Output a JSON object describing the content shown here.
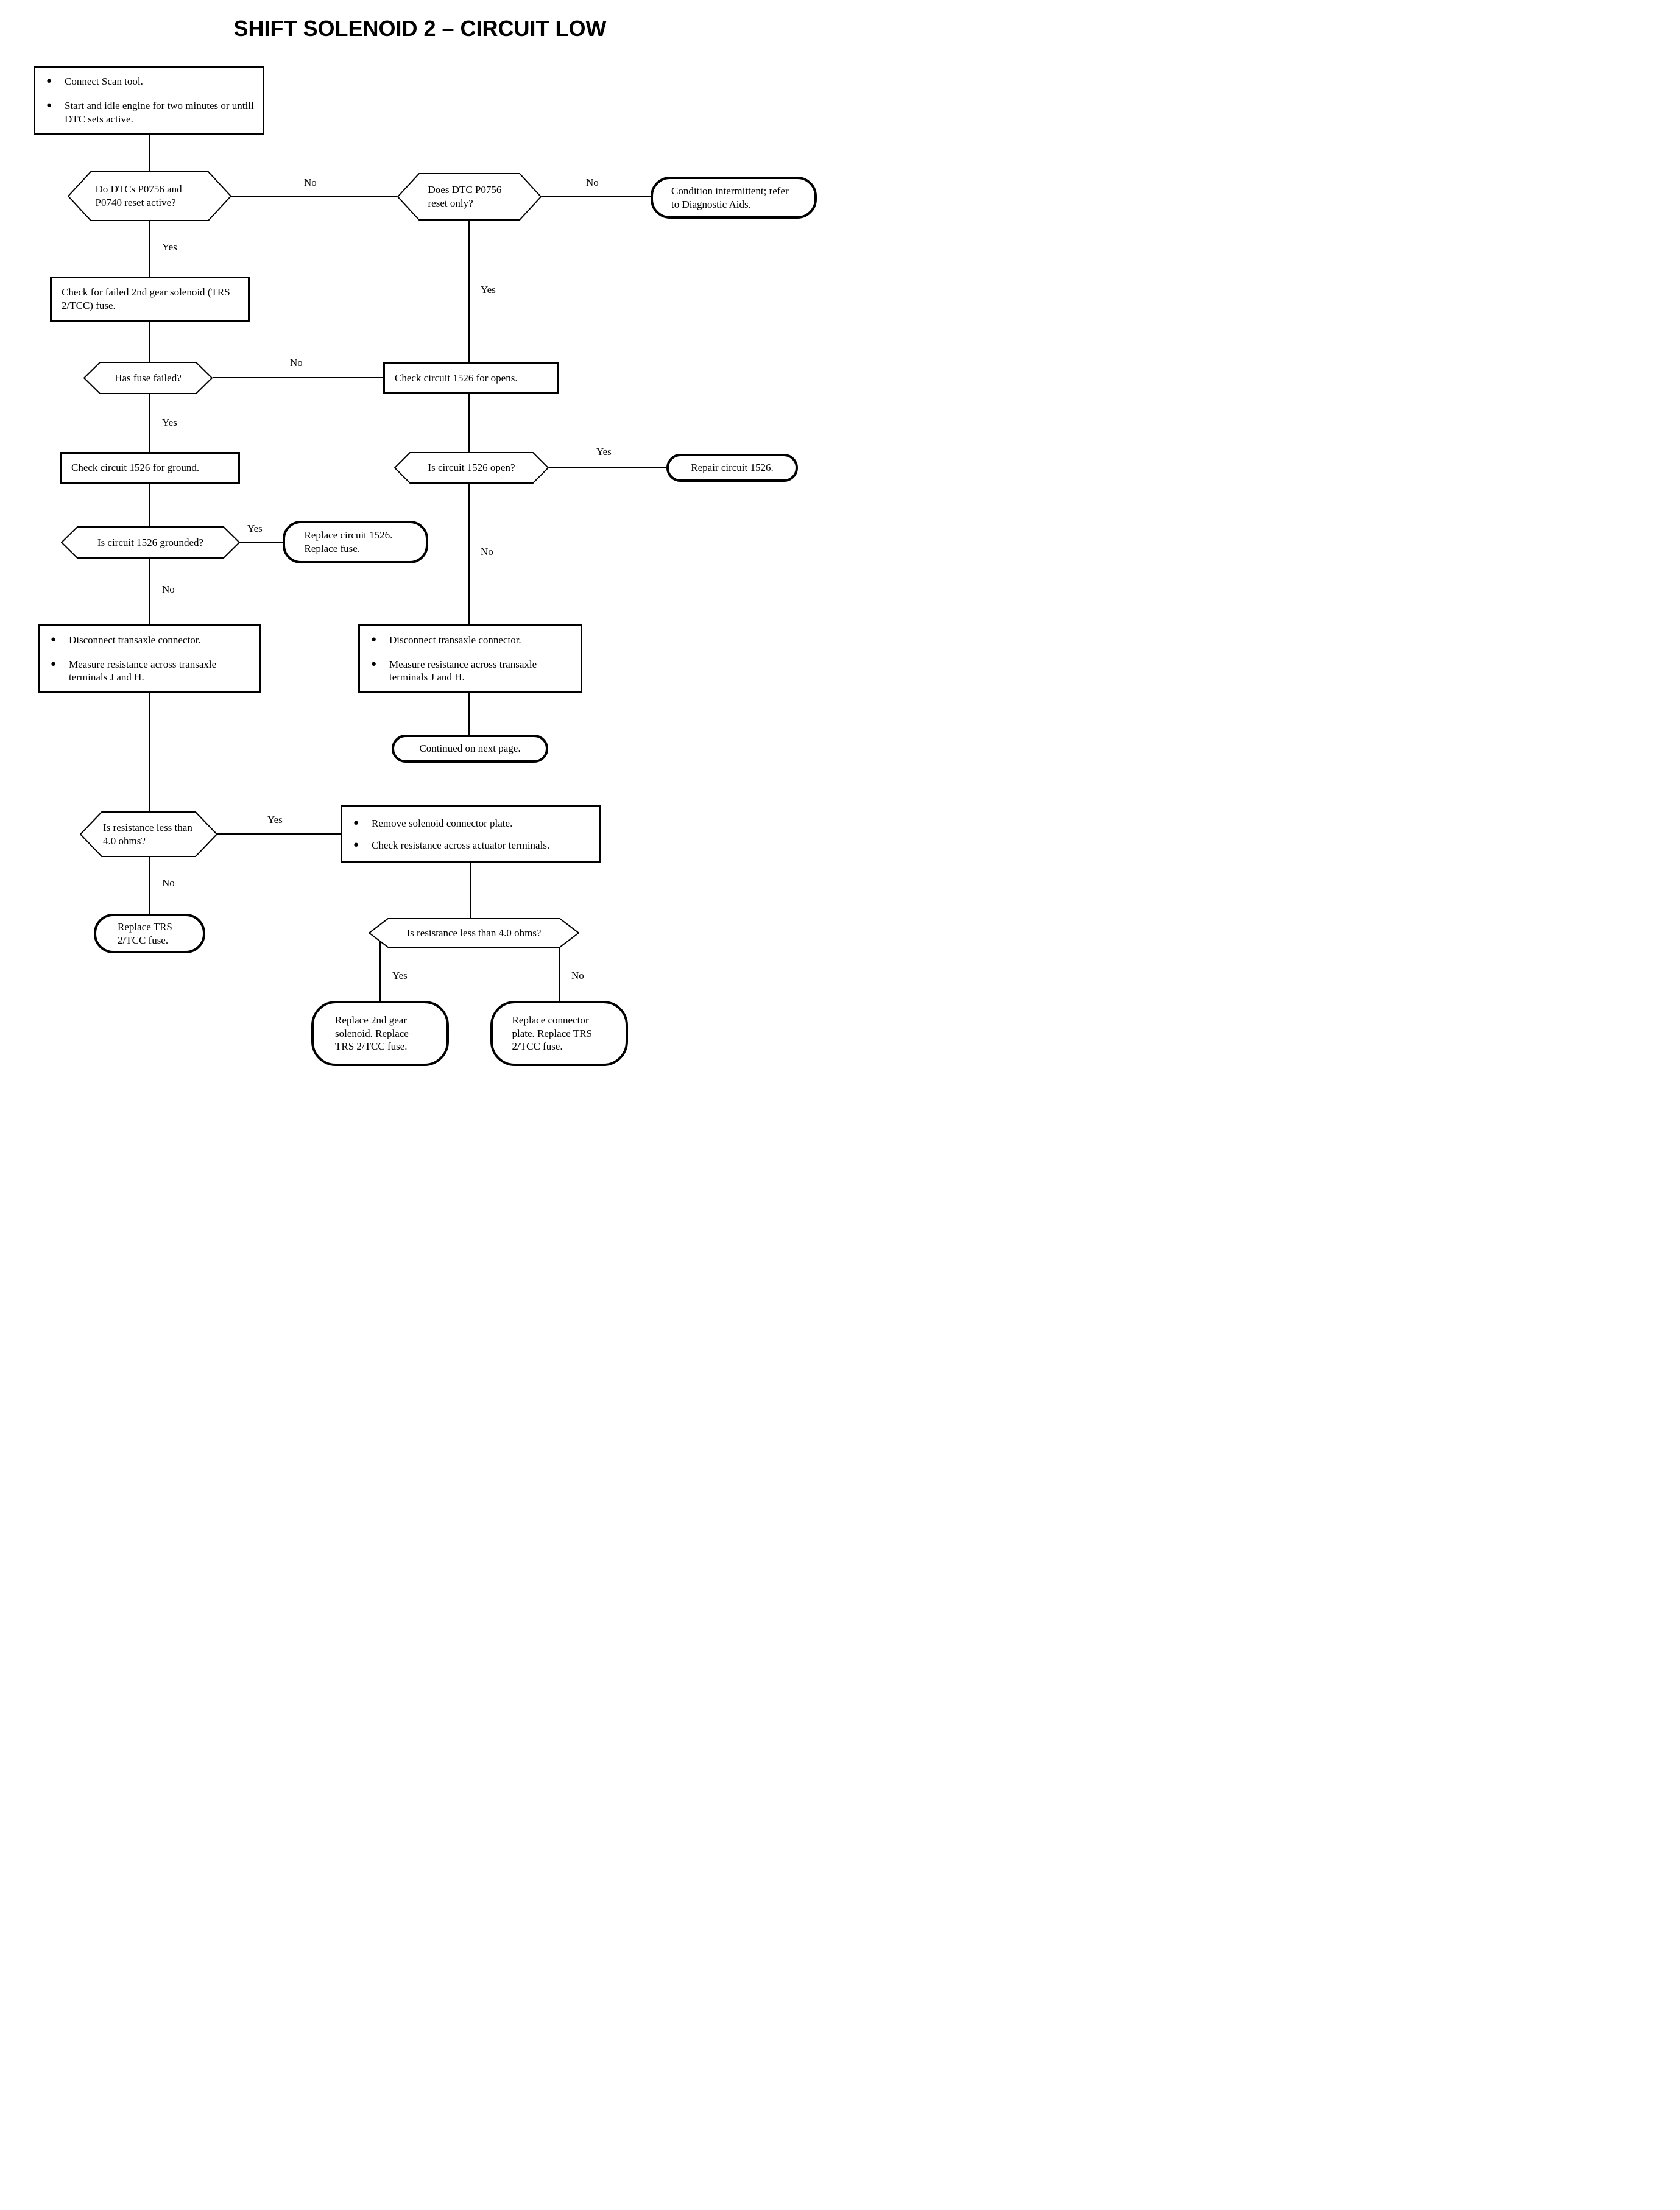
{
  "title": "SHIFT SOLENOID 2 – CIRCUIT LOW",
  "labels": {
    "yes": "Yes",
    "no": "No"
  },
  "colors": {
    "line": "#000000",
    "background": "#ffffff",
    "text": "#000000"
  },
  "nodes": {
    "start": {
      "bullets": [
        "Connect Scan tool.",
        "Start and idle engine for two minutes or untill DTC sets active."
      ]
    },
    "decision_dtc_reset": {
      "text": "Do DTCs P0756 and P0740 reset active?"
    },
    "decision_p0756_only": {
      "text": "Does DTC P0756 reset only?"
    },
    "terminal_intermittent": {
      "text": "Condition intermittent; refer to Diagnostic Aids."
    },
    "check_fuse": {
      "text": "Check for failed 2nd gear solenoid (TRS 2/TCC) fuse."
    },
    "decision_fuse_failed": {
      "text": "Has fuse failed?"
    },
    "check_opens": {
      "text": "Check circuit 1526 for opens."
    },
    "check_ground": {
      "text": "Check circuit 1526 for ground."
    },
    "decision_circuit_open": {
      "text": "Is circuit 1526 open?"
    },
    "terminal_repair_circuit": {
      "text": "Repair circuit 1526."
    },
    "decision_circuit_grounded": {
      "text": "Is circuit 1526 grounded?"
    },
    "terminal_replace_circuit": {
      "text": "Replace circuit 1526. Replace fuse."
    },
    "disconnect_left": {
      "bullets": [
        "Disconnect transaxle connector.",
        "Measure resistance across transaxle terminals J and H."
      ]
    },
    "disconnect_right": {
      "bullets": [
        "Disconnect transaxle connector.",
        "Measure resistance across transaxle terminals J and H."
      ]
    },
    "terminal_continued": {
      "text": "Continued on next page."
    },
    "decision_resistance_1": {
      "text": "Is resistance less than 4.0 ohms?"
    },
    "remove_plate": {
      "bullets": [
        "Remove solenoid connector plate.",
        "Check resistance across actuator terminals."
      ]
    },
    "terminal_replace_trs_fuse": {
      "text": "Replace TRS 2/TCC fuse."
    },
    "decision_resistance_2": {
      "text": "Is resistance less than 4.0 ohms?"
    },
    "terminal_replace_solenoid": {
      "text": "Replace 2nd gear solenoid. Replace TRS 2/TCC fuse."
    },
    "terminal_replace_plate": {
      "text": "Replace connector plate. Replace TRS 2/TCC fuse."
    }
  }
}
